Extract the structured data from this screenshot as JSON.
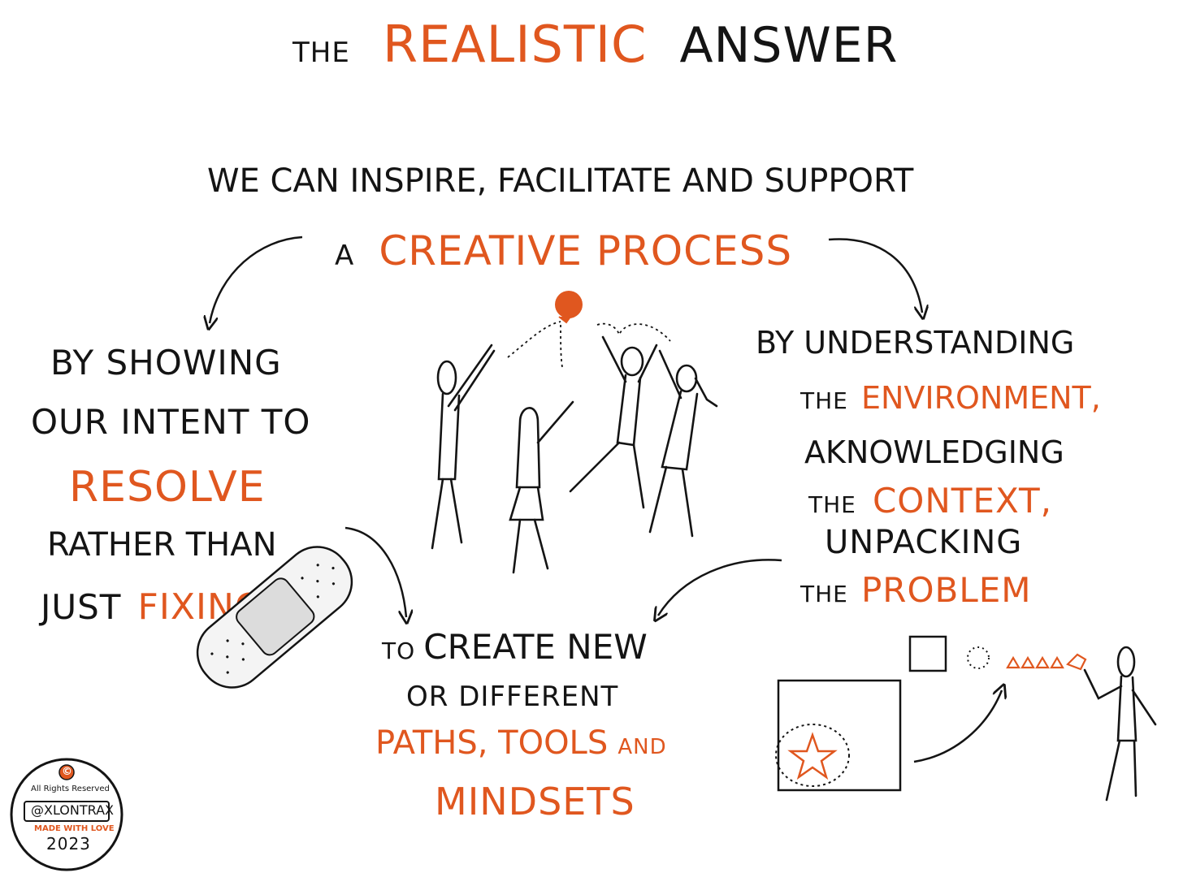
{
  "title": {
    "word1": "The",
    "word2": "Realistic",
    "word3": "Answer"
  },
  "headline": {
    "line1": "We can inspire, facilitate and support",
    "line2_a": "a",
    "line2_b": "Creative Process"
  },
  "left_branch": {
    "line1": "By showing",
    "line2": "our intent to",
    "line3": "Resolve",
    "line4": "Rather than",
    "line5_a": "just",
    "line5_b": "Fixing"
  },
  "right_branch": {
    "line1": "By understanding",
    "line2_a": "the",
    "line2_b": "Environment,",
    "line3": "Aknowledging",
    "line4_a": "the",
    "line4_b": "Context,",
    "line5": "Unpacking",
    "line6_a": "the",
    "line6_b": "Problem"
  },
  "outcome": {
    "line1_a": "to",
    "line1_b": "Create new",
    "line2": "or different",
    "line3_a": "Paths, Tools",
    "line3_b": "and",
    "line4": "Mindsets"
  },
  "badge": {
    "symbol": "©",
    "rights": "All Rights Reserved",
    "handle": "@xLontrax",
    "made": "MADE WITH LOVE",
    "year": "2023"
  },
  "colors": {
    "ink": "#141414",
    "accent": "#e0571f",
    "background": "#ffffff"
  }
}
